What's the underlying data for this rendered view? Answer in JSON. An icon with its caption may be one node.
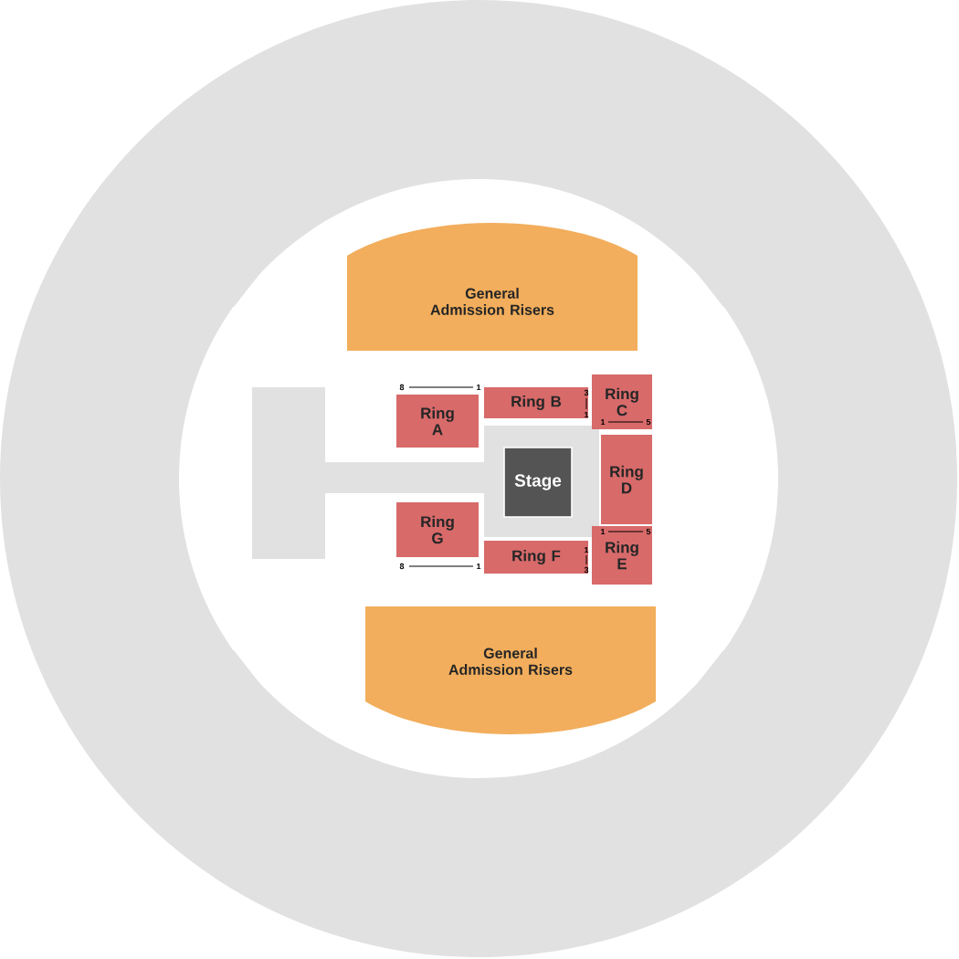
{
  "diagram": {
    "nodes": [
      {
        "text": [
          "General Admission Risers"
        ]
      },
      {
        "text": [
          "Ring A"
        ]
      },
      {
        "text": [
          "Ring B"
        ]
      },
      {
        "text": [
          "Ring C"
        ]
      },
      {
        "text": [
          "Stage"
        ]
      },
      {
        "text": [
          "Ring D"
        ]
      },
      {
        "text": [
          "Ring G"
        ]
      },
      {
        "text": [
          "Ring F"
        ]
      },
      {
        "text": [
          "Ring E"
        ]
      },
      {
        "text": [
          "General Admission Risers"
        ]
      }
    ],
    "labels": [
      "8",
      "1",
      "3",
      "1",
      "1",
      "5",
      "1",
      "5",
      "1",
      "3",
      "8",
      "1"
    ]
  }
}
